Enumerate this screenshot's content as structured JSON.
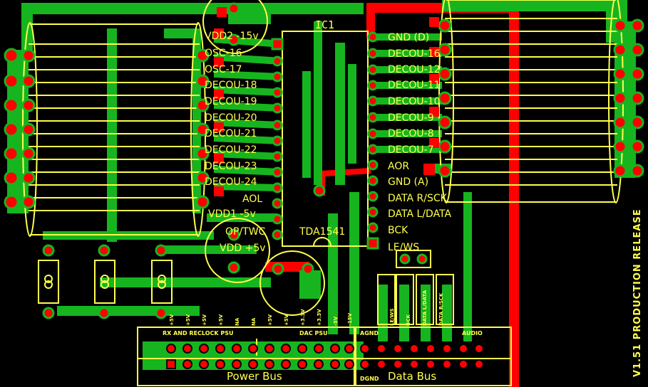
{
  "board": {
    "version_label": "V1.51 PRODUCTION RELEASE",
    "ic_ref": "IC1",
    "ic_part": "TDA1541",
    "colors": {
      "background": "#000000",
      "trace_green": "#16b51f",
      "trace_red": "#ff0000",
      "silkscreen": "#ffff4d",
      "pad_red": "#ff0000"
    }
  },
  "ic_left_pins": [
    "VDD2 -15v",
    "OSC-16",
    "OSC-17",
    "DECOU-18",
    "DECOU-19",
    "DECOU-20",
    "DECOU-21",
    "DECOU-22",
    "DECOU-23",
    "DECOU-24",
    "AOL",
    "VDD1 -5v"
  ],
  "ic_right_pins": [
    "GND (D)",
    "DECOU-16",
    "DECOU-12",
    "DECOU-11",
    "DECOU-10",
    "DECOU-9",
    "DECOU-8",
    "DECOU-7",
    "AOR",
    "GND (A)",
    "DATA R/SCK",
    "DATA L/DATA",
    "BCK",
    "LE/WS"
  ],
  "opamp_labels": [
    "OP/TWC",
    "VDD +5v"
  ],
  "bus": {
    "power_title": "Power Bus",
    "data_title": "Data Bus",
    "psu_labels": [
      "RX AND RECLOCK PSU",
      "DAC PSU"
    ],
    "power_pins": [
      "+5V",
      "+5V",
      "+5V",
      "+5V",
      "NA",
      "NA",
      "+5V",
      "+5V",
      "+3.3V",
      "+3.3V",
      "-5V",
      "-15V"
    ],
    "agnd": "AGND",
    "dgnd": "DGND",
    "data_pins": [
      "LE/WS",
      "BCK",
      "DATA L/DATA",
      "DATA R/SCK"
    ],
    "audio": "AUDIO"
  }
}
